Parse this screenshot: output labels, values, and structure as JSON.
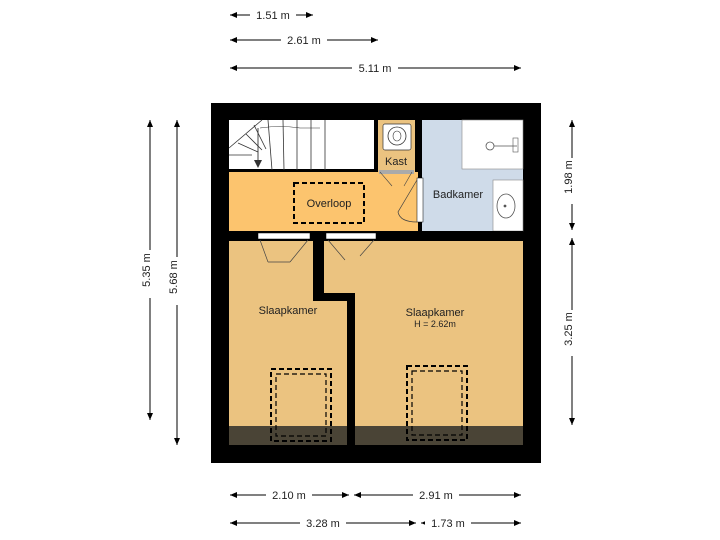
{
  "floorplan": {
    "dimensions": {
      "top_1": "1.51 m",
      "top_2": "2.61 m",
      "top_3": "5.11 m",
      "left_outer": "5.35 m",
      "left_inner": "5.68 m",
      "right_top": "1.98 m",
      "right_bottom": "3.25 m",
      "bottom_1a": "2.10 m",
      "bottom_1b": "2.91 m",
      "bottom_2a": "3.28 m",
      "bottom_2b": "1.73 m"
    },
    "rooms": {
      "kast": "Kast",
      "overloop": "Overloop",
      "badkamer": "Badkamer",
      "slaapkamer_left": "Slaapkamer",
      "slaapkamer_right": "Slaapkamer",
      "slaapkamer_right_height": "H = 2.62m"
    },
    "colors": {
      "wall": "#000000",
      "overloop": "#fcc46e",
      "bedroom": "#ebc380",
      "bathroom": "#cfdbe9",
      "stairs": "#ffffff",
      "floor_strip": "#4a4436",
      "dim_line": "#000000"
    }
  }
}
